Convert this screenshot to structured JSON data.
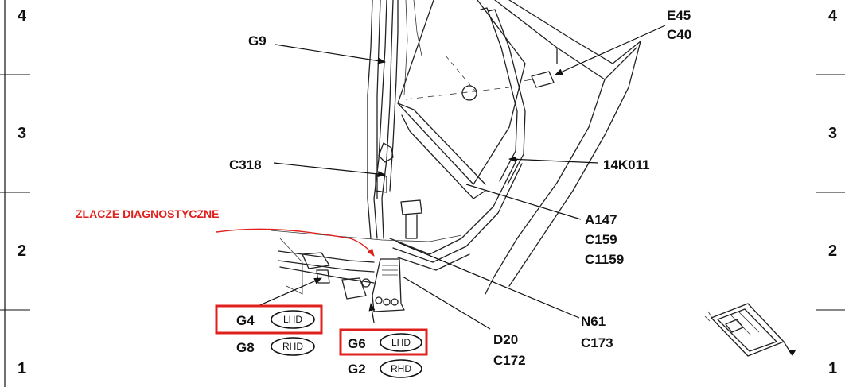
{
  "zone_numbers": {
    "left": [
      "4",
      "3",
      "2",
      "1"
    ],
    "right": [
      "4",
      "3",
      "2",
      "1"
    ]
  },
  "callouts": {
    "g9": "G9",
    "e45": "E45",
    "c40": "C40",
    "c318": "C318",
    "k14011": "14K011",
    "a147": "A147",
    "c159": "C159",
    "c1159": "C1159",
    "n61": "N61",
    "c173": "C173",
    "d20": "D20",
    "c172": "C172"
  },
  "diagnostic_connector": "ZLACZE DIAGNOSTYCZNE",
  "ground_groups": [
    {
      "primary": "G4",
      "primary_tag": "LHD",
      "secondary": "G8",
      "secondary_tag": "RHD"
    },
    {
      "primary": "G6",
      "primary_tag": "LHD",
      "secondary": "G2",
      "secondary_tag": "RHD"
    }
  ],
  "colors": {
    "highlight": "#e0201c",
    "ink": "#111111"
  },
  "icons": [
    "vehicle-orientation-icon"
  ]
}
